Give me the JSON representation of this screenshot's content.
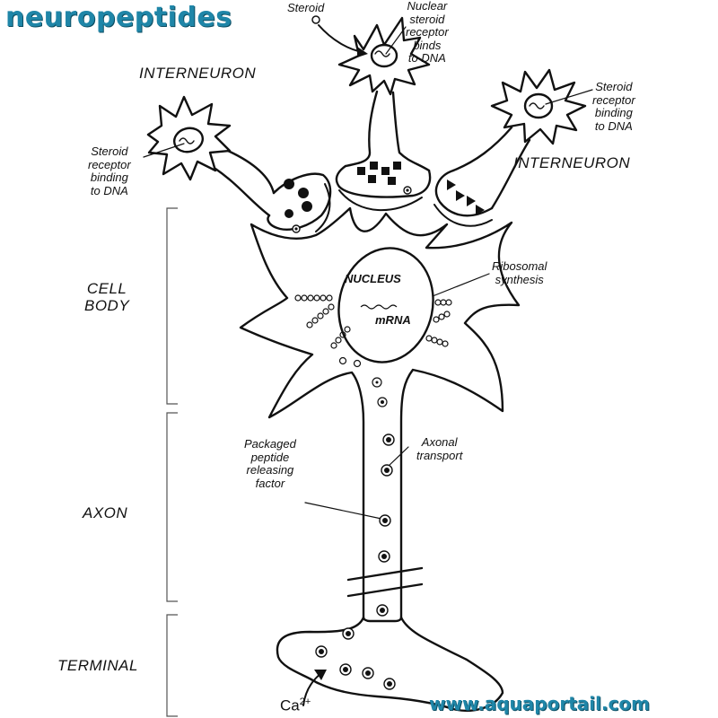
{
  "title": "neuropeptides",
  "footer": "www.aquaportail.com",
  "labels": {
    "interneuron_left": "INTERNEURON",
    "interneuron_right": "INTERNEURON",
    "steroid": "Steroid",
    "nuclear_receptor": [
      "Nuclear",
      "steroid",
      "receptor",
      "binds",
      "to DNA"
    ],
    "left_receptor": [
      "Steroid",
      "receptor",
      "binding",
      "to DNA"
    ],
    "right_receptor": [
      "Steroid",
      "receptor",
      "binding",
      "to DNA"
    ],
    "nucleus": "NUCLEUS",
    "mrna": "mRNA",
    "ribosomal": [
      "Ribosomal",
      "synthesis"
    ],
    "packaged": [
      "Packaged",
      "peptide",
      "releasing",
      "factor"
    ],
    "axonal": [
      "Axonal",
      "transport"
    ],
    "ca": "Ca",
    "ca_charge": "2+"
  },
  "sections": {
    "cell_body": [
      "CELL",
      "BODY"
    ],
    "axon": "AXON",
    "terminal": "TERMINAL"
  }
}
